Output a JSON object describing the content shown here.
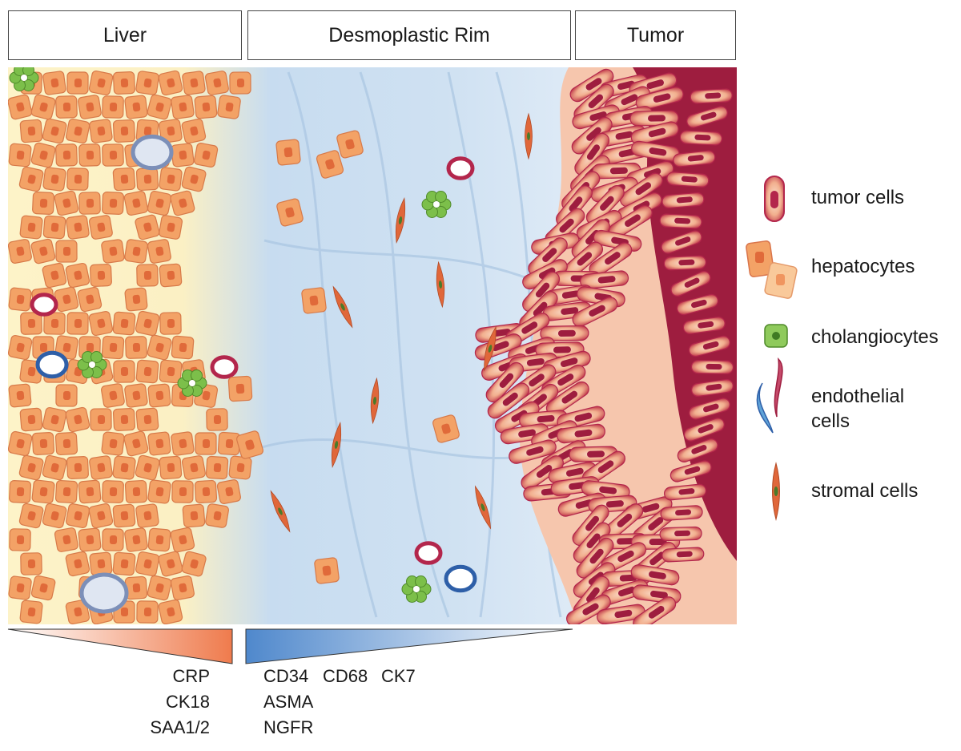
{
  "zones": {
    "liver": "Liver",
    "rim": "Desmoplastic Rim",
    "tumor": "Tumor"
  },
  "legend": {
    "tumor_cells": "tumor cells",
    "hepatocytes": "hepatocytes",
    "cholangiocytes": "cholangiocytes",
    "endothelial_line1": "endothelial",
    "endothelial_line2": "cells",
    "stromal_cells": "stromal cells"
  },
  "markers": {
    "liver": [
      "CRP",
      "CK18",
      "SAA1/2"
    ],
    "rim_row1": [
      "CD34",
      "CD68",
      "CK7"
    ],
    "rim_row2": "ASMA",
    "rim_row3": "NGFR"
  },
  "colors": {
    "liver_bg": "#fdf3c8",
    "hepatocyte": "#f3a266",
    "hepatocyte_nucleus": "#e06a3a",
    "rim_blue": "#b9d3ec",
    "tumor_dark": "#9e1d3f",
    "tumor_cell": "#f6c2a8",
    "cholangiocyte": "#7cbf4a",
    "endothelial_red": "#b3264c",
    "endothelial_blue": "#2e5fa8",
    "stromal": "#e0673a"
  }
}
